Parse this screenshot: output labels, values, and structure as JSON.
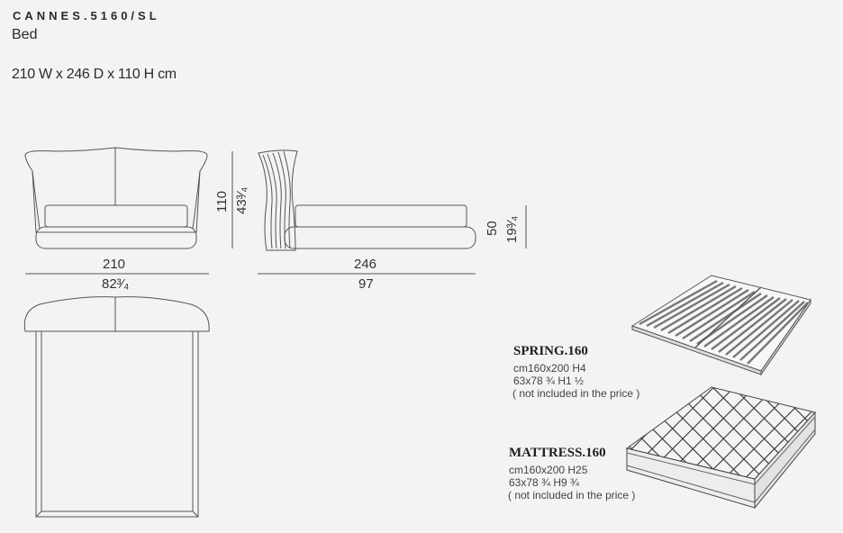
{
  "product": {
    "code": "CANNES.5160/SL",
    "type": "Bed",
    "dimensions": "210 W x 246 D x 110 H cm"
  },
  "front_view": {
    "width_cm": "210",
    "width_in": "82³⁄₄",
    "height_cm": "110",
    "height_in": "43³⁄₄"
  },
  "side_view": {
    "depth_cm": "246",
    "depth_in": "97",
    "height_cm": "50",
    "height_in": "19³⁄₄"
  },
  "accessories": [
    {
      "title": "SPRING.160",
      "size_cm": "cm160x200 H4",
      "size_in": "63x78 ¾ H1 ½",
      "note": "( not included in the price )"
    },
    {
      "title": "MATTRESS.160",
      "size_cm": "cm160x200 H25",
      "size_in": "63x78 ¾ H9 ¾",
      "note": "( not included in the price )"
    }
  ]
}
